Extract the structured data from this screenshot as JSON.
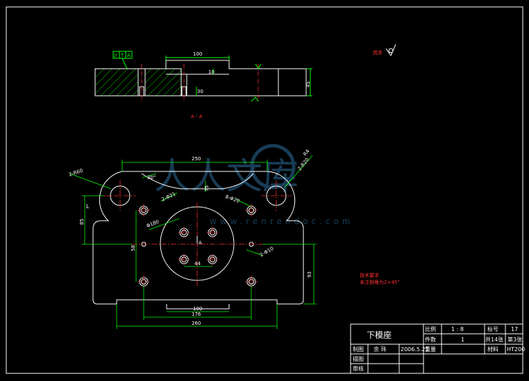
{
  "drawing": {
    "section_label": "A - A",
    "roughness_note": "其余",
    "flatness_frame": [
      "//",
      "T",
      "A"
    ],
    "tech_notes": [
      "技术要求",
      "未注倒角为2×45°"
    ],
    "top_dims": {
      "w100": "100",
      "d10": "10",
      "d30": "30",
      "h45": "45"
    },
    "front_dims": {
      "r4": "R4",
      "deg30": "30°",
      "w250": "250",
      "r_left": "2-R60",
      "r_right": "2-R20",
      "h75": "75",
      "hole_top_left": "2-Φ21",
      "hole_top_mid": "8-Φ20",
      "d_phi180": "Φ180",
      "hole_right": "2-Φ10",
      "h85": "85",
      "h58": "58",
      "w44": "44",
      "h93": "93",
      "w100b": "100",
      "w176": "176",
      "w260": "260",
      "side_mark": "L",
      "center_mark": "A"
    }
  },
  "title_block": {
    "part_name": "下模座",
    "scale_label": "比例",
    "scale_value": "1 : 8",
    "count_label": "件数",
    "count_value": "1",
    "drawing_no_label": "标号",
    "drawing_no_value": "17",
    "sheet_label": "共14张",
    "sheet_value": "第3张",
    "weight_label": "重量",
    "material_label": "材料",
    "material_value": "HT200",
    "drawn_label": "制图",
    "drawn_name": "余 玮",
    "drawn_date": "2006.5.25",
    "traced_label": "描图",
    "checked_label": "审核"
  },
  "watermark": {
    "main": "人人文库",
    "sub": "www.renrendoc.com"
  },
  "colors": {
    "outline": "#ffffff",
    "dim": "#00ff00",
    "center": "#ff3030",
    "hatch": "#00cc00",
    "watermark": "#2d6d9c"
  }
}
